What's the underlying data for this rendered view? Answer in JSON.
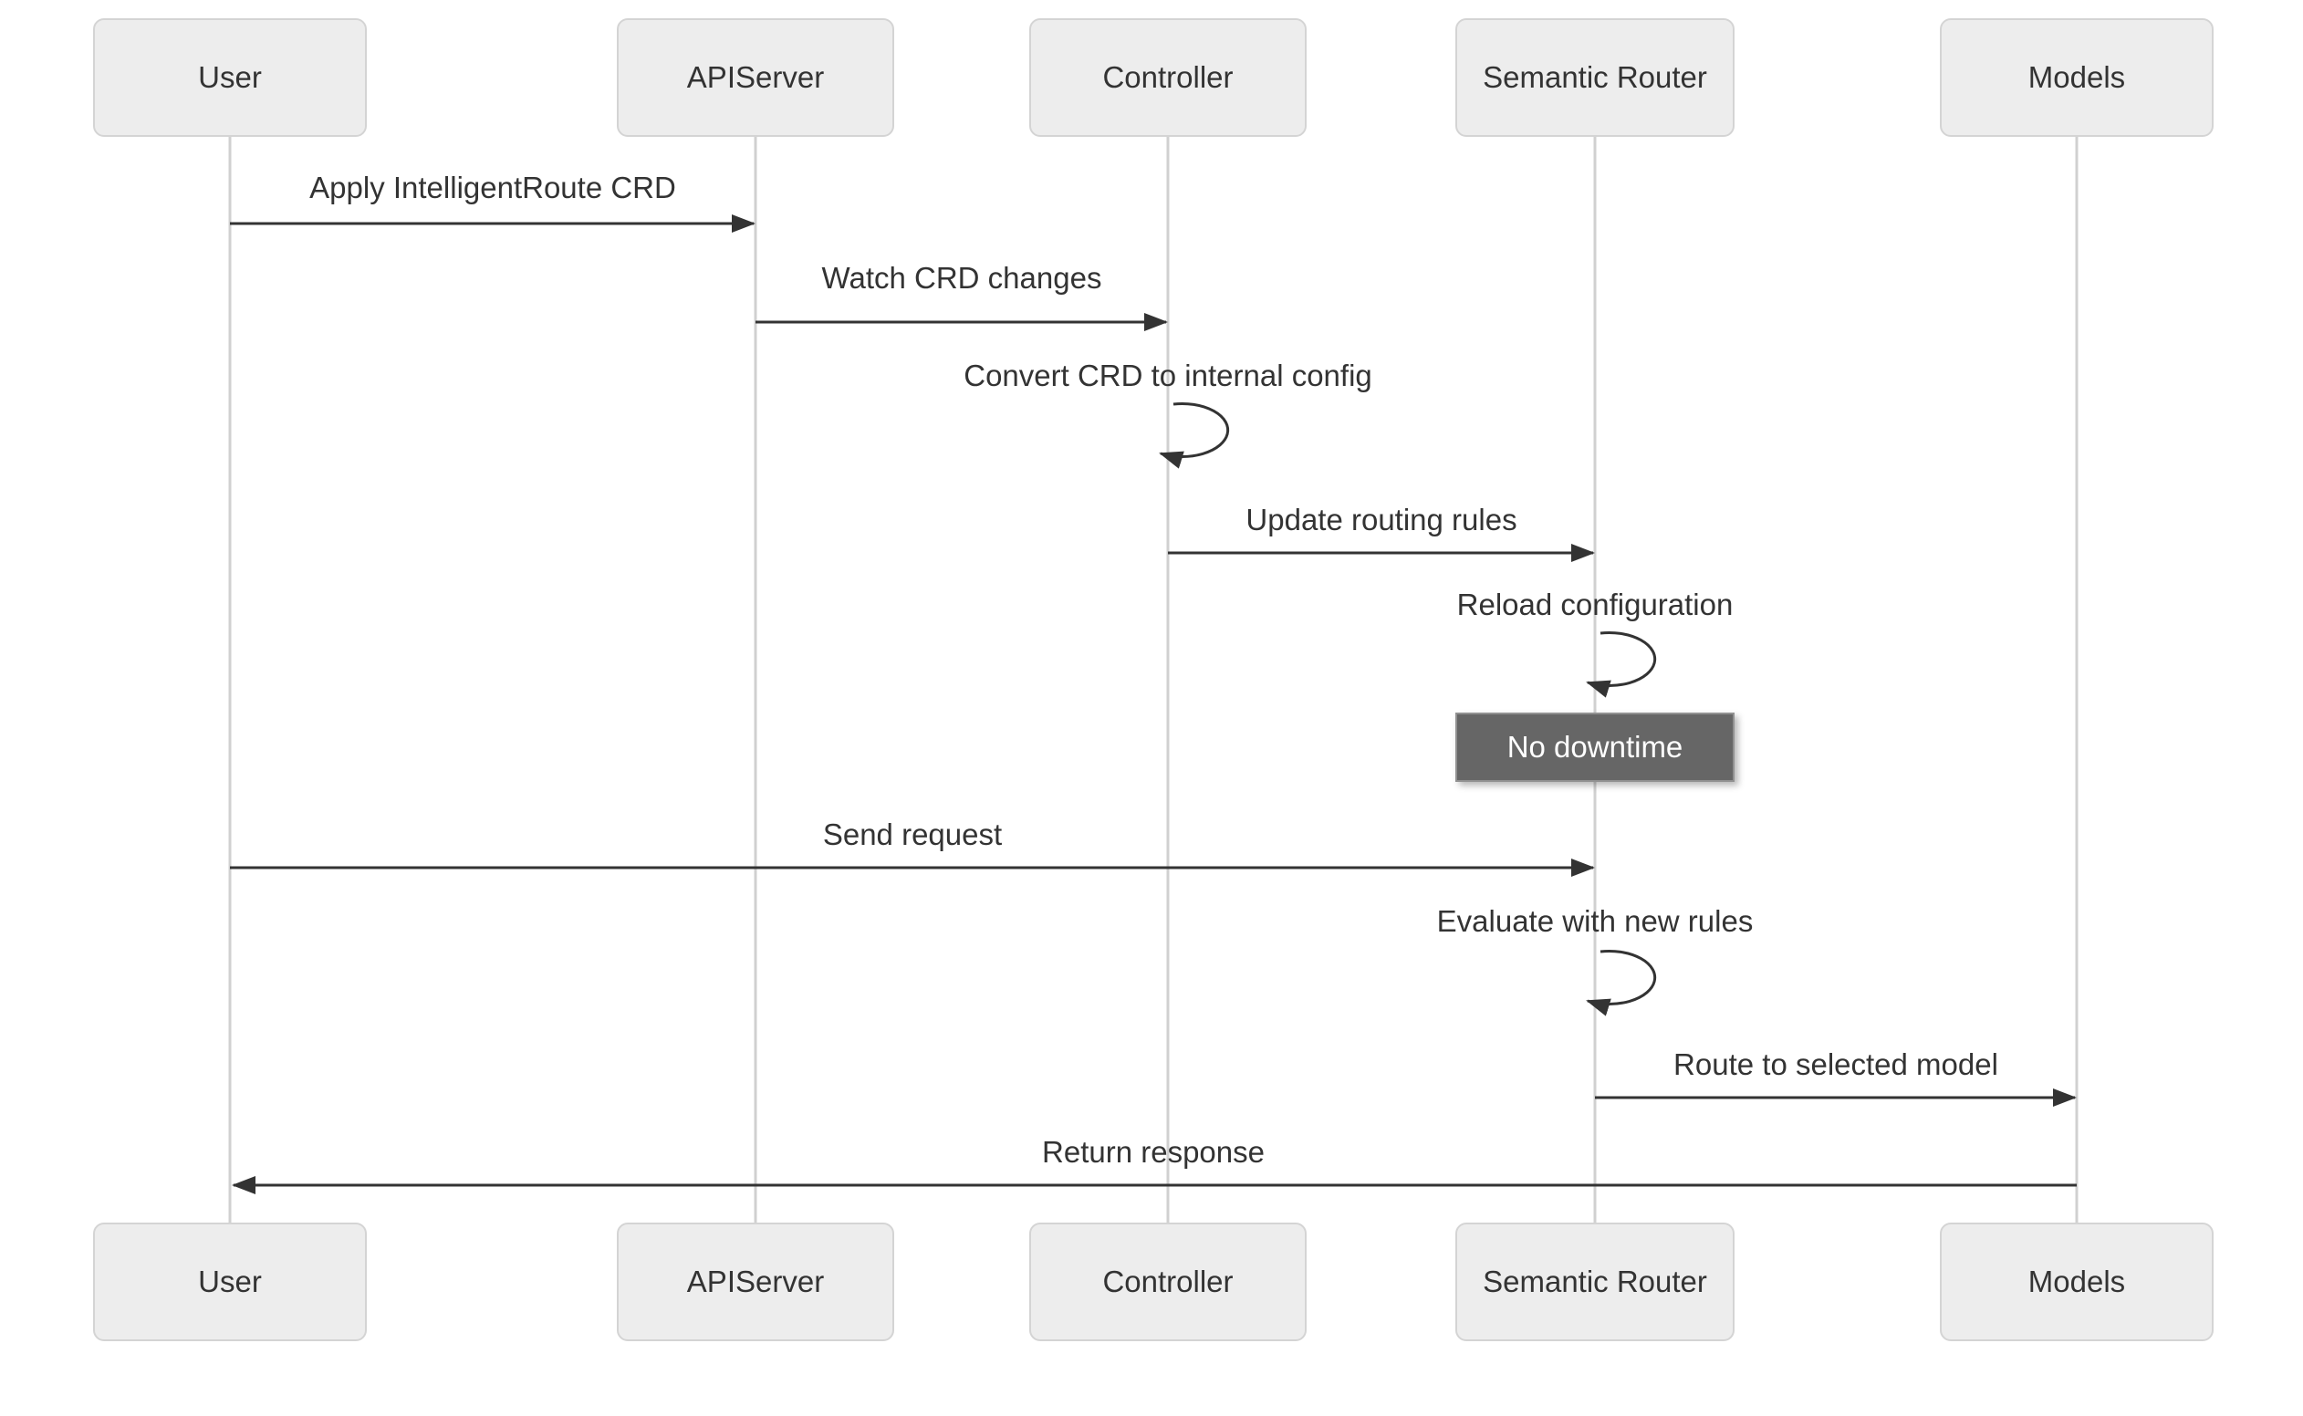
{
  "diagram": {
    "type": "sequence-diagram",
    "actors": [
      {
        "id": "user",
        "label": "User"
      },
      {
        "id": "apiserver",
        "label": "APIServer"
      },
      {
        "id": "controller",
        "label": "Controller"
      },
      {
        "id": "semantic-router",
        "label": "Semantic Router"
      },
      {
        "id": "models",
        "label": "Models"
      }
    ],
    "messages": [
      {
        "from": "User",
        "to": "APIServer",
        "label": "Apply IntelligentRoute CRD",
        "kind": "solid-arrow"
      },
      {
        "from": "APIServer",
        "to": "Controller",
        "label": "Watch CRD changes",
        "kind": "solid-arrow"
      },
      {
        "from": "Controller",
        "to": "Controller",
        "label": "Convert CRD to internal config",
        "kind": "self-loop"
      },
      {
        "from": "Controller",
        "to": "Semantic Router",
        "label": "Update routing rules",
        "kind": "solid-arrow"
      },
      {
        "from": "Semantic Router",
        "to": "Semantic Router",
        "label": "Reload configuration",
        "kind": "self-loop"
      },
      {
        "from": "User",
        "to": "Semantic Router",
        "label": "Send request",
        "kind": "solid-arrow"
      },
      {
        "from": "Semantic Router",
        "to": "Semantic Router",
        "label": "Evaluate with new rules",
        "kind": "self-loop"
      },
      {
        "from": "Semantic Router",
        "to": "Models",
        "label": "Route to selected model",
        "kind": "solid-arrow"
      },
      {
        "from": "Models",
        "to": "User",
        "label": "Return response",
        "kind": "solid-arrow"
      }
    ],
    "note": {
      "text": "No downtime",
      "over": "Semantic Router"
    },
    "colors": {
      "background": "#ffffff",
      "actor_fill": "#ededed",
      "actor_border": "#d4d4d4",
      "lifeline": "#d0d0d0",
      "message_line": "#333333",
      "text": "#333333",
      "note_fill": "#666666",
      "note_border": "#919191",
      "note_text": "#ffffff"
    }
  }
}
